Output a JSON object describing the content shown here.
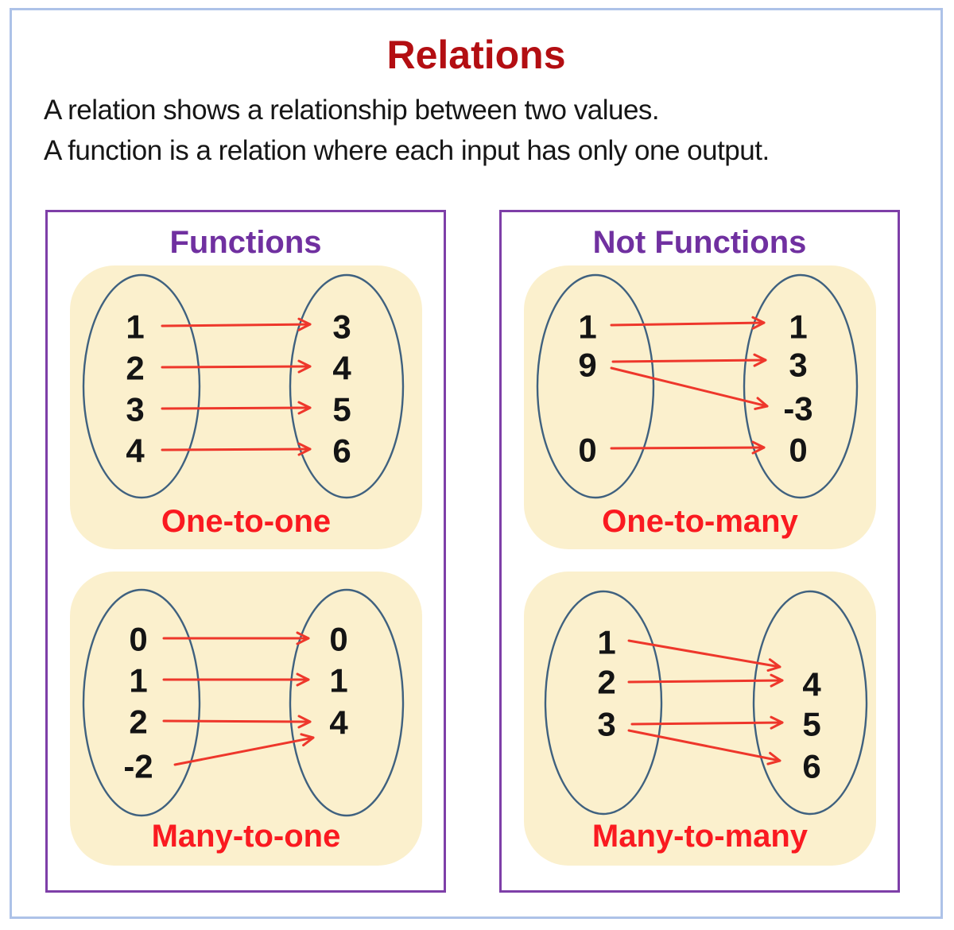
{
  "title": "Relations",
  "intro": {
    "line1": "A relation shows a relationship between two values.",
    "line2": "A function is a relation where each input has only one output."
  },
  "columns": [
    {
      "heading": "Functions",
      "panels": [
        {
          "label": "One-to-one",
          "inputs": [
            "1",
            "2",
            "3",
            "4"
          ],
          "outputs": [
            "3",
            "4",
            "5",
            "6"
          ],
          "mappings": [
            [
              "1",
              "3"
            ],
            [
              "2",
              "4"
            ],
            [
              "3",
              "5"
            ],
            [
              "4",
              "6"
            ]
          ]
        },
        {
          "label": "Many-to-one",
          "inputs": [
            "0",
            "1",
            "2",
            "-2"
          ],
          "outputs": [
            "0",
            "1",
            "4"
          ],
          "mappings": [
            [
              "0",
              "0"
            ],
            [
              "1",
              "1"
            ],
            [
              "2",
              "4"
            ],
            [
              "-2",
              "4"
            ]
          ]
        }
      ]
    },
    {
      "heading": "Not Functions",
      "panels": [
        {
          "label": "One-to-many",
          "inputs": [
            "1",
            "9",
            "0"
          ],
          "outputs": [
            "1",
            "3",
            "-3",
            "0"
          ],
          "mappings": [
            [
              "1",
              "1"
            ],
            [
              "9",
              "3"
            ],
            [
              "9",
              "-3"
            ],
            [
              "0",
              "0"
            ]
          ]
        },
        {
          "label": "Many-to-many",
          "inputs": [
            "1",
            "2",
            "3"
          ],
          "outputs": [
            "4",
            "5",
            "6"
          ],
          "mappings": [
            [
              "1",
              "4"
            ],
            [
              "2",
              "4"
            ],
            [
              "3",
              "5"
            ],
            [
              "3",
              "6"
            ]
          ]
        }
      ]
    }
  ],
  "colors": {
    "title_red": "#b30e12",
    "heading_purple": "#7030a0",
    "label_red": "#fa1a20",
    "arrow_red": "#ee372b",
    "panel_cream": "#fbf0cd",
    "ellipse_stroke": "#3f617f",
    "box_border_purple": "#7e3fa8",
    "frame_border_blue": "#adc2e8",
    "body_text": "#161616"
  }
}
